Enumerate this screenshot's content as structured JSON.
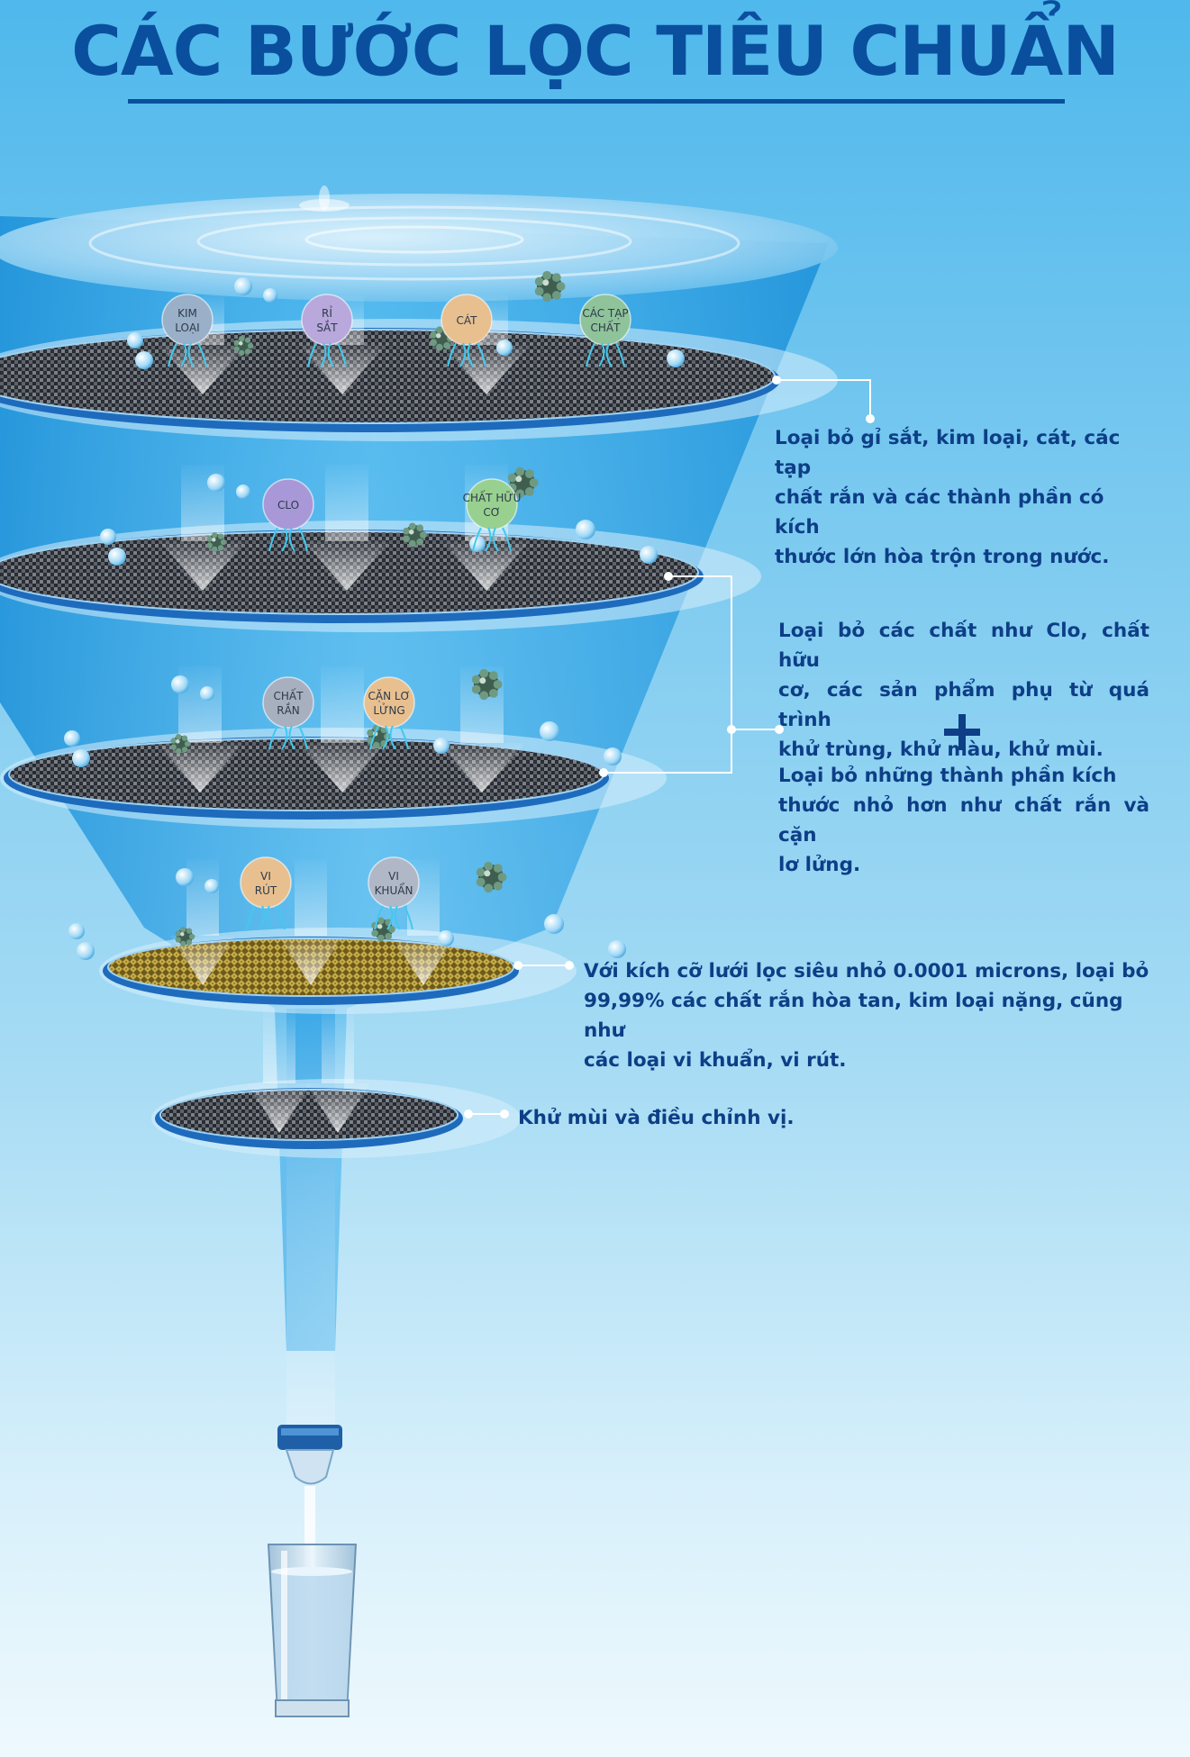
{
  "title": "CÁC BƯỚC LỌC TIÊU CHUẨN",
  "stages": [
    {
      "labels": [
        {
          "text": "KIM LOẠI",
          "color": "#9ab0c8"
        },
        {
          "text": "RỈ SẮT",
          "color": "#b8a8dc"
        },
        {
          "text": "CÁT",
          "color": "#e8c090"
        },
        {
          "text": "CÁC TẠP CHẤT",
          "color": "#8fc39a"
        }
      ],
      "mesh": "dark"
    },
    {
      "labels": [
        {
          "text": "CLO",
          "color": "#a898d8"
        },
        {
          "text": "CHẤT HỮU CƠ",
          "color": "#98d090"
        }
      ],
      "mesh": "dark"
    },
    {
      "labels": [
        {
          "text": "CHẤT RẮN",
          "color": "#a8b0c0"
        },
        {
          "text": "CẶN LƠ LỬNG",
          "color": "#e8c090"
        }
      ],
      "mesh": "dark"
    },
    {
      "labels": [
        {
          "text": "VI RÚT",
          "color": "#e8c090"
        },
        {
          "text": "VI KHUẨN",
          "color": "#b0b8c8"
        }
      ],
      "mesh": "gold"
    },
    {
      "labels": [],
      "mesh": "dark"
    }
  ],
  "descriptions": {
    "step1": [
      "Loại bỏ gỉ sắt, kim loại, cát, các tạp",
      "chất rắn và các thành phần có kích",
      "thước lớn hòa trộn trong nước."
    ],
    "step2": [
      "Loại bỏ các chất như Clo, chất hữu",
      "cơ, các sản phẩm phụ từ quá trình",
      "khử trùng, khử màu, khử mùi."
    ],
    "step3": [
      "Loại bỏ những thành phần kích",
      "thước nhỏ hơn như chất rắn và cặn",
      "lơ lửng."
    ],
    "step4": [
      "Với kích cỡ lưới lọc siêu nhỏ 0.0001 microns, loại bỏ",
      "99,99% các chất rắn hòa tan, kim loại nặng, cũng như",
      "các loại vi khuẩn, vi rút."
    ],
    "step5": [
      "Khử mùi và điều chỉnh vị."
    ]
  },
  "icons": [
    "plus-icon",
    "water-ripple-icon",
    "faucet-icon",
    "water-glass-icon",
    "bacteria-icon",
    "water-bubble-icon"
  ]
}
